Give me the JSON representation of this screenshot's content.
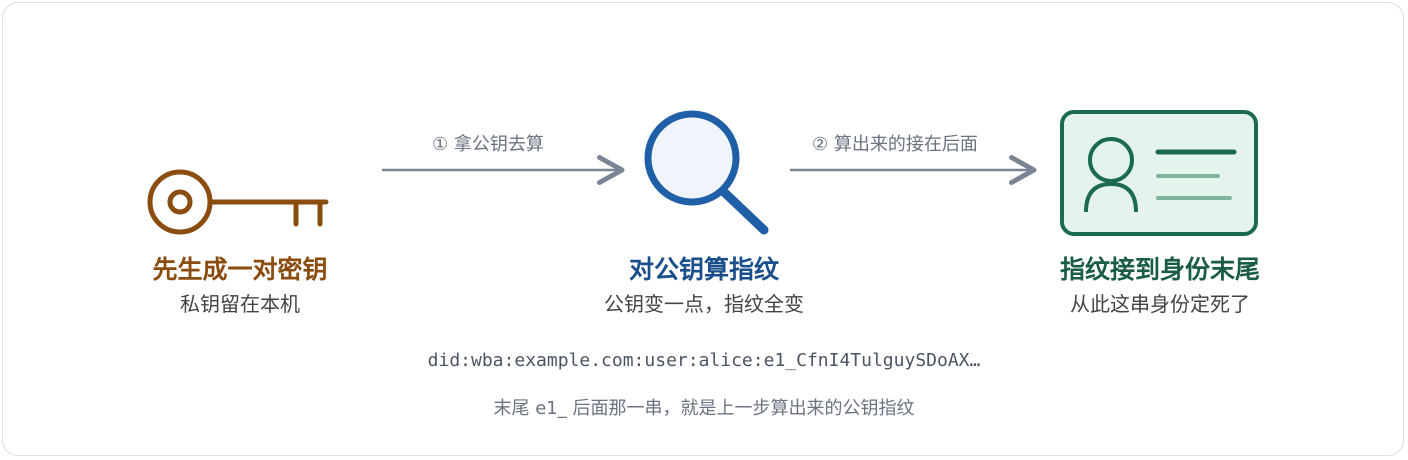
{
  "colors": {
    "key": "#8a4d0f",
    "search": "#1f5fa8",
    "card": "#1c6b4e",
    "arrow": "#7a8494"
  },
  "steps": [
    {
      "icon": "key-icon",
      "title": "先生成一对密钥",
      "subtitle": "私钥留在本机"
    },
    {
      "icon": "magnifier-icon",
      "title": "对公钥算指纹",
      "subtitle": "公钥变一点，指纹全变"
    },
    {
      "icon": "id-card-icon",
      "title": "指纹接到身份末尾",
      "subtitle": "从此这串身份定死了"
    }
  ],
  "arrows": [
    {
      "label": "① 拿公钥去算"
    },
    {
      "label": "② 算出来的接在后面"
    }
  ],
  "footer": {
    "did": "did:wba:example.com:user:alice:e1_CfnI4TulguySDoAX…",
    "note": "末尾 e1_ 后面那一串，就是上一步算出来的公钥指纹"
  }
}
